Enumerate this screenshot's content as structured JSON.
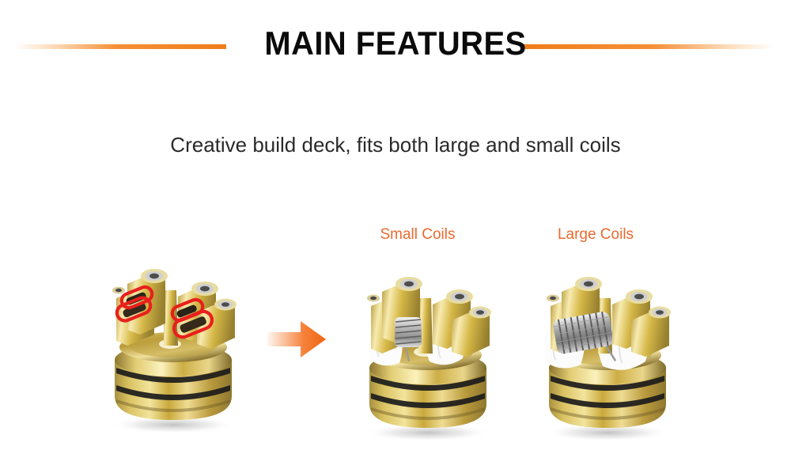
{
  "header": {
    "title": "MAIN FEATURES",
    "rule_color": "#f07d18",
    "title_color": "#0b0b0b"
  },
  "subtitle": {
    "text": "Creative build deck, fits both large and small coils",
    "color": "#2a2a2a"
  },
  "labels": {
    "small_coils": "Small Coils",
    "large_coils": "Large Coils",
    "color": "#ea6a2e"
  },
  "figures": [
    {
      "name": "build-deck-empty",
      "caption": "",
      "annotation": "red-highlight-terminal-slots",
      "annotation_color": "#e8201c",
      "gold_color": "#d4af37"
    },
    {
      "name": "build-deck-small-coil",
      "caption": "Small Coils",
      "annotation": "",
      "annotation_color": "",
      "gold_color": "#d4af37"
    },
    {
      "name": "build-deck-large-coil",
      "caption": "Large Coils",
      "annotation": "",
      "annotation_color": "",
      "gold_color": "#d4af37"
    }
  ],
  "arrow": {
    "name": "right-arrow",
    "color": "#f4701f"
  }
}
